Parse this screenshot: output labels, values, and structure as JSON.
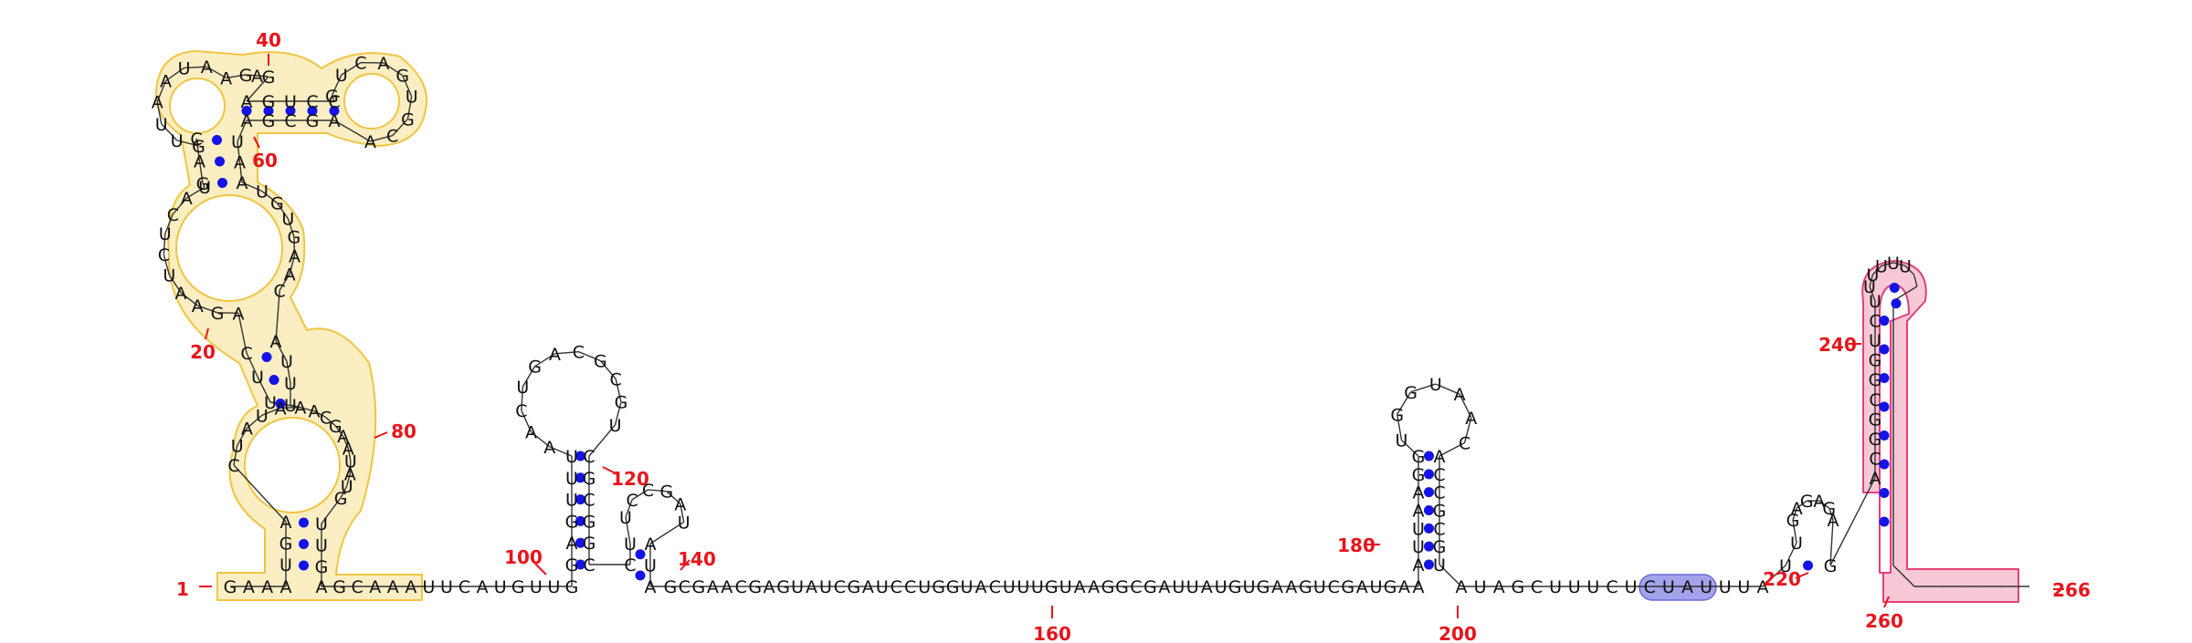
{
  "colors": {
    "yellow_region_fill": "#fbeec2",
    "yellow_region_stroke": "#f0c542",
    "pink_region_fill": "#f7c8d6",
    "pink_region_stroke": "#e53f7b",
    "purple_region_fill": "#a3a3ec",
    "purple_region_stroke": "#6b6bd8",
    "position_number": "#e8141c",
    "base_pair_dot": "#1414e6",
    "nucleotide": "#111111"
  },
  "position_labels": [
    "1",
    "20",
    "40",
    "60",
    "80",
    "100",
    "120",
    "140",
    "160",
    "180",
    "200",
    "220",
    "240",
    "260",
    "266"
  ],
  "nucleotides": [
    "G",
    "A",
    "A",
    "A",
    "U",
    "G",
    "A",
    "C",
    "U",
    "A",
    "U",
    "A",
    "A",
    "U",
    "U",
    "C",
    "A",
    "G",
    "A",
    "A",
    "U",
    "C",
    "U",
    "C",
    "A",
    "U",
    "G",
    "A",
    "C",
    "G",
    "U",
    "U",
    "A",
    "A",
    "U",
    "A",
    "A",
    "G",
    "A",
    "G",
    "A",
    "G",
    "U",
    "C",
    "C",
    "G",
    "U",
    "C",
    "A",
    "G",
    "U",
    "G",
    "C",
    "A",
    "A",
    "G",
    "C",
    "G",
    "A",
    "U",
    "A",
    "A",
    "U",
    "G",
    "U",
    "G",
    "A",
    "A",
    "C",
    "A",
    "U",
    "U",
    "U",
    "A",
    "C",
    "G",
    "A",
    "A",
    "U",
    "A",
    "U",
    "G",
    "U",
    "U",
    "G",
    "A",
    "G",
    "C",
    "A",
    "A",
    "A",
    "U",
    "U",
    "C",
    "A",
    "U",
    "G",
    "U",
    "U",
    "G",
    "G",
    "A",
    "G",
    "U",
    "U",
    "U",
    "A",
    "A",
    "C",
    "U",
    "G",
    "A",
    "C",
    "G",
    "C",
    "G",
    "U",
    "C",
    "G",
    "C",
    "G",
    "G",
    "C",
    "C",
    "U",
    "U",
    "C",
    "C",
    "G",
    "A",
    "U",
    "A",
    "U",
    "A",
    "G",
    "C",
    "G",
    "A",
    "A",
    "C",
    "G",
    "A",
    "G",
    "U",
    "A",
    "U",
    "C",
    "G",
    "A",
    "U",
    "C",
    "C",
    "U",
    "G",
    "G",
    "U",
    "A",
    "C",
    "U",
    "U",
    "U",
    "G",
    "U",
    "A",
    "A",
    "G",
    "G",
    "C",
    "G",
    "A",
    "U",
    "U",
    "A",
    "U",
    "G",
    "U",
    "G",
    "A",
    "A",
    "G",
    "U",
    "C",
    "G",
    "A",
    "U",
    "G",
    "A",
    "A",
    "A",
    "U",
    "U",
    "A",
    "A",
    "G",
    "G",
    "U",
    "G",
    "G",
    "U",
    "A",
    "A",
    "C",
    "A",
    "C",
    "C",
    "G",
    "C",
    "G",
    "U",
    "A",
    "U",
    "A",
    "G",
    "C",
    "U",
    "U",
    "U",
    "C",
    "U",
    "C",
    "U",
    "A",
    "U",
    "U",
    "U",
    "A",
    "U",
    "U",
    "G",
    "A",
    "G",
    "A",
    "G",
    "A",
    "G",
    "A",
    "C",
    "G",
    "G",
    "C",
    "G",
    "G",
    "U",
    "C",
    "U",
    "U",
    "U",
    "U",
    "U",
    "U"
  ]
}
